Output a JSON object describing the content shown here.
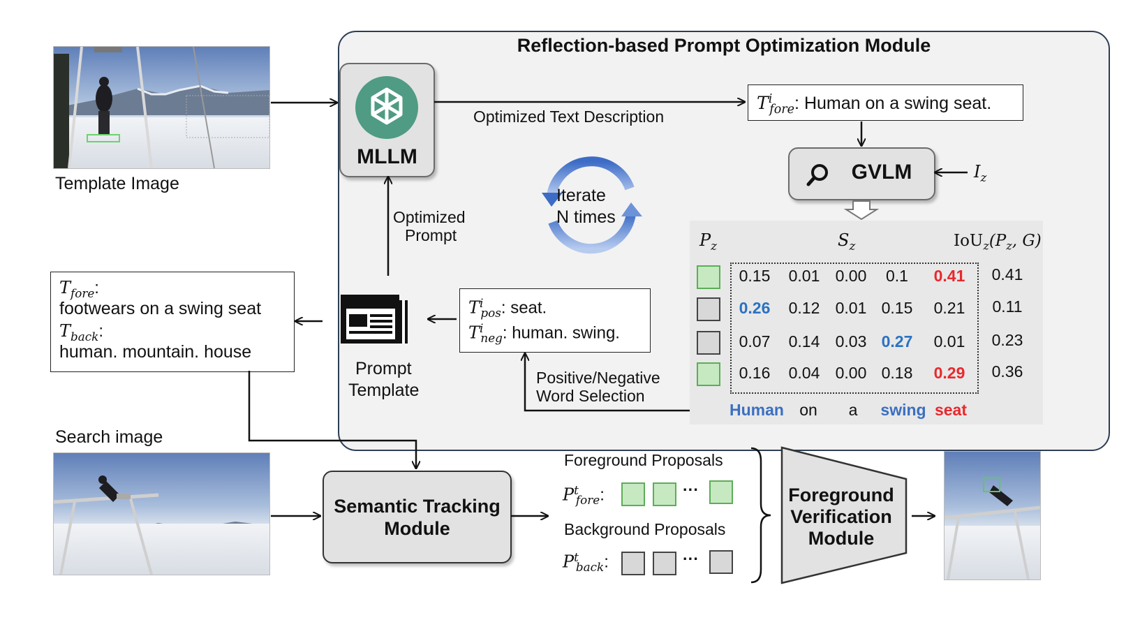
{
  "panel": {
    "title": "Reflection-based Prompt Optimization Module"
  },
  "labels": {
    "template_image": "Template Image",
    "search_image": "Search image",
    "mllm": "MLLM",
    "gvlm": "GVLM",
    "optimized_text": "Optimized Text Description",
    "optimized_prompt_1": "Optimized",
    "optimized_prompt_2": "Prompt",
    "iterate_1": "Iterate",
    "iterate_2": "N times",
    "prompt_template_1": "Prompt",
    "prompt_template_2": "Template",
    "pos_neg_1": "Positive/Negative",
    "pos_neg_2": "Word Selection",
    "semantic_1": "Semantic Tracking",
    "semantic_2": "Module",
    "fg_proposals": "Foreground Proposals",
    "bg_proposals": "Background Proposals",
    "fvm_1": "Foreground",
    "fvm_2": "Verification",
    "fvm_3": "Module",
    "ellipsis": "···"
  },
  "text_boxes": {
    "tfore_i_text": ": Human on a swing seat.",
    "pos_text": ": seat.",
    "neg_text": ": human. swing.",
    "tfore_text": "footwears on a swing seat",
    "tback_text": "human. mountain. house"
  },
  "math": {
    "T": "T",
    "fore": "fore",
    "back": "back",
    "pos": "pos",
    "neg": "neg",
    "i": "i",
    "t": "t",
    "P": "P",
    "S": "S",
    "z": "z",
    "I": "I",
    "colon": ":",
    "iou_label": "IoU",
    "iou_args": "(P",
    "iou_tail": ", G)"
  },
  "score_table": {
    "rows": [
      {
        "selected": true,
        "scores": [
          "0.15",
          "0.01",
          "0.00",
          "0.1",
          "0.41"
        ],
        "iou": "0.41"
      },
      {
        "selected": false,
        "scores": [
          "0.26",
          "0.12",
          "0.01",
          "0.15",
          "0.21"
        ],
        "iou": "0.11"
      },
      {
        "selected": false,
        "scores": [
          "0.07",
          "0.14",
          "0.03",
          "0.27",
          "0.01"
        ],
        "iou": "0.23"
      },
      {
        "selected": true,
        "scores": [
          "0.16",
          "0.04",
          "0.00",
          "0.18",
          "0.29"
        ],
        "iou": "0.36"
      }
    ],
    "words": [
      "Human",
      "on",
      "a",
      "swing",
      "seat"
    ],
    "word_styles": [
      "negative",
      "plain",
      "plain",
      "negative",
      "positive"
    ],
    "highlights": {
      "positive": [
        [
          0,
          4
        ],
        [
          3,
          4
        ]
      ],
      "negative": [
        [
          1,
          0
        ],
        [
          2,
          3
        ]
      ]
    }
  },
  "colors": {
    "positive": "#e8292d",
    "negative": "#2a72c2",
    "word_negative": "#3b6fc0",
    "proposal_fg": "#c6e9c2",
    "proposal_bg": "#d8d8d8",
    "openai_logo_bg": "#4f9b83",
    "iterate_arrow": "#4a78c8",
    "panel_bg": "#f2f2f2"
  },
  "icons": [
    "openai-logo-icon",
    "search-icon",
    "newspaper-icon",
    "iterate-cycle-icon",
    "hollow-down-arrow-icon"
  ]
}
